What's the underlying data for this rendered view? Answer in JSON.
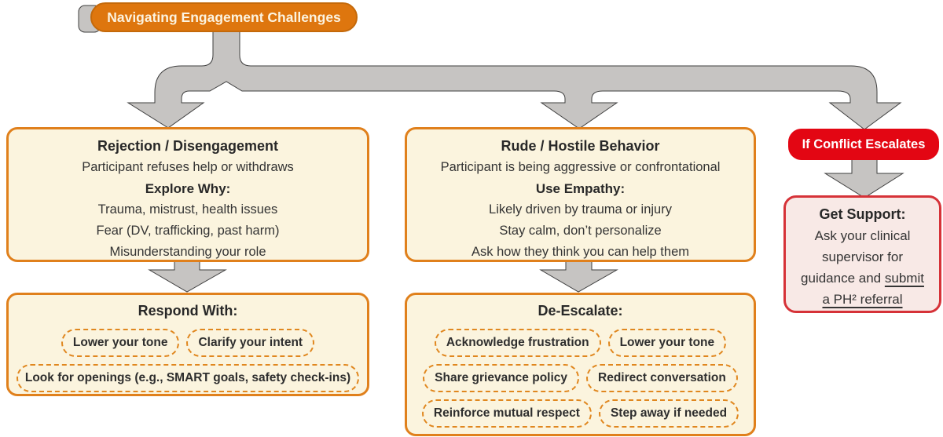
{
  "header": {
    "label": "Navigating Engagement Challenges"
  },
  "rejection_box": {
    "title": "Rejection / Disengagement",
    "intro": "Participant refuses help or withdraws",
    "subtitle": "Explore Why:",
    "bullets": [
      "Trauma, mistrust, health issues",
      "Fear (DV, trafficking, past harm)",
      "Misunderstanding your role"
    ]
  },
  "hostile_box": {
    "title": "Rude / Hostile Behavior",
    "intro": "Participant is being aggressive or confrontational",
    "subtitle": "Use Empathy:",
    "bullets": [
      "Likely driven by trauma or injury",
      "Stay calm, don’t personalize",
      "Ask how they think you can help them"
    ]
  },
  "respond_box": {
    "title": "Respond With:",
    "pills": [
      "Lower your tone",
      "Clarify your intent"
    ],
    "wide_pill": "Look for openings (e.g., SMART goals, safety check-ins)"
  },
  "deescalate_box": {
    "title": "De-Escalate:",
    "rows": [
      [
        "Acknowledge frustration",
        "Lower your tone"
      ],
      [
        "Share grievance policy",
        "Redirect conversation"
      ],
      [
        "Reinforce mutual respect",
        "Step away if needed"
      ]
    ]
  },
  "escalation": {
    "label": "If Conflict Escalates",
    "support_title": "Get Support:",
    "line1": "Ask your clinical",
    "line2": "supervisor for",
    "line3_plain": "guidance and",
    "line3_underlined": "submit",
    "line4_underlined": "a PH² referral"
  },
  "colors": {
    "header_orange": "#de760e",
    "box_border_orange": "#e0801c",
    "box_cream": "#fbf4de",
    "pill_dash_orange": "#e0871f",
    "escalate_red": "#e30613",
    "support_pink": "#f8e9e6",
    "support_border_red": "#d63238",
    "arrow_gray": "#c6c4c2",
    "text_dark": "#343434"
  }
}
